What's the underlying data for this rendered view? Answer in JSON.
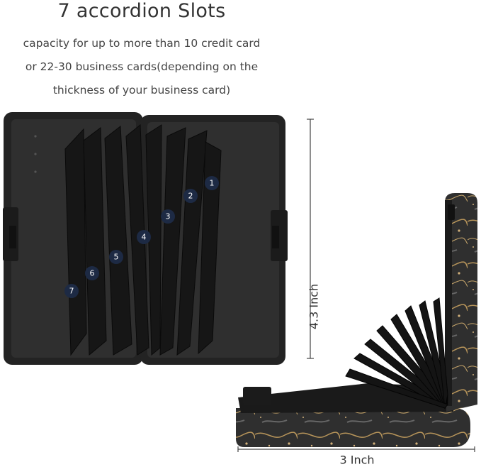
{
  "header": {
    "title": "7 accordion Slots",
    "lines": [
      "capacity for up to more than 10 credit card",
      "or 22-30 business cards(depending on the",
      "thickness of your business card)"
    ]
  },
  "dimensions": {
    "height_label": "4.3 Inch",
    "width_label": "3 Inch"
  },
  "slots": [
    "1",
    "2",
    "3",
    "4",
    "5",
    "6",
    "7"
  ],
  "colors": {
    "case": "#2b2b2b",
    "badge": "#1d2a44",
    "marble_gold": "#b8955a"
  }
}
